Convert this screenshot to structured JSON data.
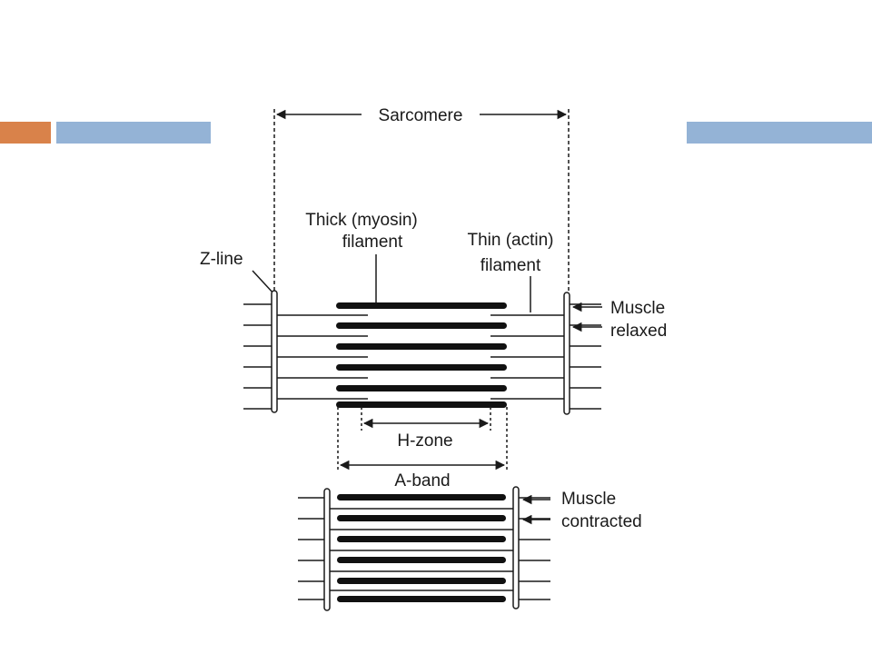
{
  "slide": {
    "accent_orange": "#D9824A",
    "accent_blue": "#94B3D6"
  },
  "diagram": {
    "labels": {
      "sarcomere": "Sarcomere",
      "thick_line1": "Thick (myosin)",
      "thick_line2": "filament",
      "thin_line1": "Thin (actin)",
      "thin_line2": "filament",
      "zline": "Z-line",
      "relaxed_line1": "Muscle",
      "relaxed_line2": "relaxed",
      "hzone": "H-zone",
      "aband": "A-band",
      "contracted_line1": "Muscle",
      "contracted_line2": "contracted"
    }
  }
}
